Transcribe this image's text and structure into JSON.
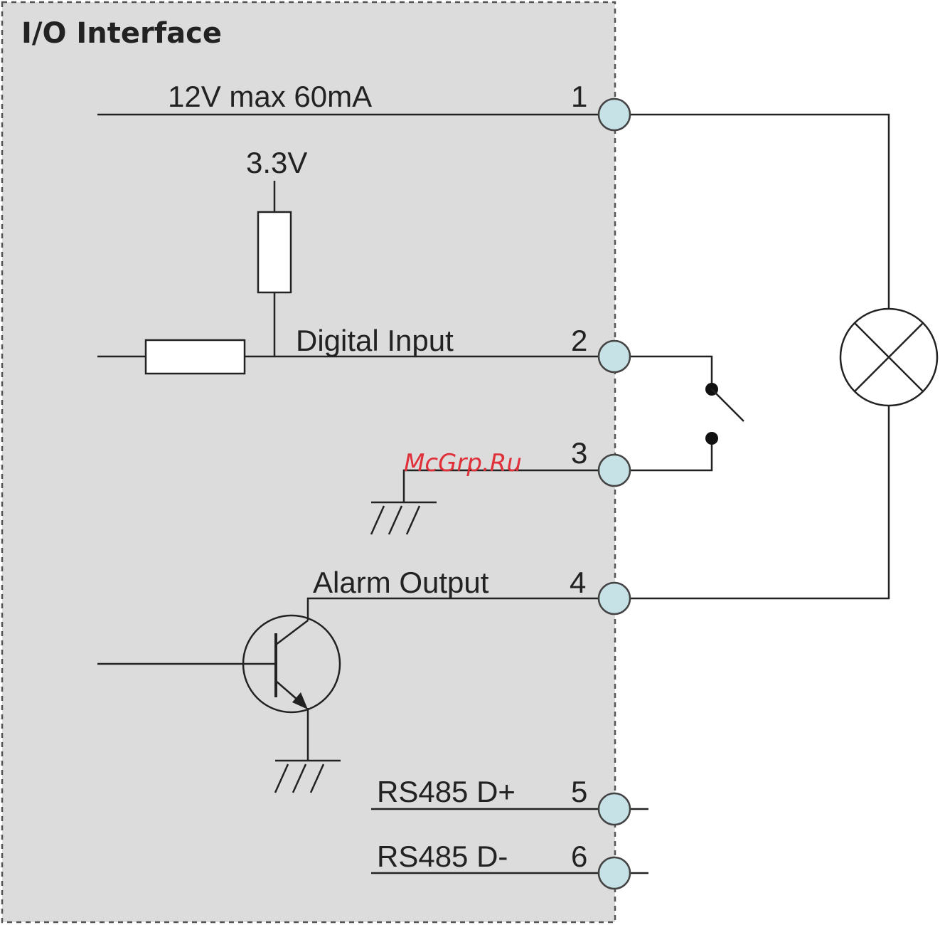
{
  "title": "I/O Interface",
  "colors": {
    "panel_fill": "#dcdcdc",
    "panel_border": "#555555",
    "terminal_fill": "#c6e2e6",
    "line": "#222222",
    "watermark": "#e0303a"
  },
  "labels": {
    "power": "12V max 60mA",
    "pullup_voltage": "3.3V",
    "digital_input": "Digital Input",
    "alarm_output": "Alarm Output",
    "rs485_plus": "RS485 D+",
    "rs485_minus": "RS485 D-"
  },
  "pins": [
    "1",
    "2",
    "3",
    "4",
    "5",
    "6"
  ],
  "watermark": "McGrp.Ru",
  "icons": {
    "lamp": "lamp-icon",
    "switch": "switch-icon",
    "transistor": "npn-transistor-icon",
    "resistor": "resistor-icon",
    "ground": "ground-icon"
  }
}
